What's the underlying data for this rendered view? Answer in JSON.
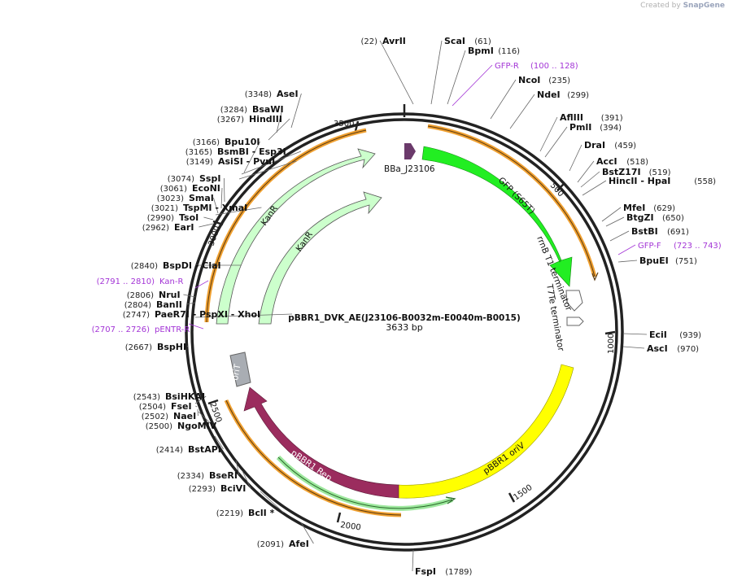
{
  "branding": {
    "created_by": "Created by",
    "brand": "SnapGene"
  },
  "plasmid": {
    "name": "pBBR1_DVK_AE(J23106-B0032m-E0040m-B0015)",
    "length_label": "3633 bp",
    "length_bp": 3633
  },
  "tick_labels": [
    "3500",
    "500",
    "3000",
    "1000",
    "2500",
    "1500",
    "2000"
  ],
  "left_labels": [
    {
      "pos": "(3348)",
      "name": "AseI"
    },
    {
      "pos": "(3284)",
      "name": "BsaWI"
    },
    {
      "pos": "(3267)",
      "name": "HindIII"
    },
    {
      "pos": "(3166)",
      "name": "Bpu10I"
    },
    {
      "pos": "(3165)",
      "name": "BsmBI",
      "extra": "- Esp3I"
    },
    {
      "pos": "(3149)",
      "name": "AsiSI",
      "extra": "- PvuI"
    },
    {
      "pos": "(3074)",
      "name": "SspI"
    },
    {
      "pos": "(3061)",
      "name": "EcoNI"
    },
    {
      "pos": "(3023)",
      "name": "SmaI"
    },
    {
      "pos": "(3021)",
      "name": "TspMI",
      "extra": "- XmaI"
    },
    {
      "pos": "(2990)",
      "name": "TsoI"
    },
    {
      "pos": "(2962)",
      "name": "EarI"
    },
    {
      "pos": "(2840)",
      "name": "BspDI",
      "extra": "- ClaI"
    },
    {
      "pos": "(2791 .. 2810)",
      "name": "Kan-R",
      "primer": true
    },
    {
      "pos": "(2806)",
      "name": "NruI"
    },
    {
      "pos": "(2804)",
      "name": "BanII"
    },
    {
      "pos": "(2747)",
      "name": "PaeR7I",
      "extra": "- PspXI   - XhoI"
    },
    {
      "pos": "(2707 .. 2726)",
      "name": "pENTR-R",
      "primer": true
    },
    {
      "pos": "(2667)",
      "name": "BspHI"
    },
    {
      "pos": "(2543)",
      "name": "BsiHKAI"
    },
    {
      "pos": "(2504)",
      "name": "FseI"
    },
    {
      "pos": "(2502)",
      "name": "NaeI"
    },
    {
      "pos": "(2500)",
      "name": "NgoMIV"
    },
    {
      "pos": "(2414)",
      "name": "BstAPI"
    },
    {
      "pos": "(2334)",
      "name": "BseRI"
    },
    {
      "pos": "(2293)",
      "name": "BciVI"
    },
    {
      "pos": "(2219)",
      "name": "BclI *"
    },
    {
      "pos": "(2091)",
      "name": "AfeI"
    }
  ],
  "right_labels": [
    {
      "pos": "(22)",
      "name": "AvrII"
    },
    {
      "pos": "(61)",
      "name": "ScaI"
    },
    {
      "pos": "(116)",
      "name": "BpmI"
    },
    {
      "pos": "(100 .. 128)",
      "name": "GFP-R",
      "primer": true
    },
    {
      "pos": "(235)",
      "name": "NcoI"
    },
    {
      "pos": "(299)",
      "name": "NdeI"
    },
    {
      "pos": "(391)",
      "name": "AflIII"
    },
    {
      "pos": "(394)",
      "name": "PmlI"
    },
    {
      "pos": "(459)",
      "name": "DraI"
    },
    {
      "pos": "(518)",
      "name": "AccI"
    },
    {
      "pos": "(519)",
      "name": "BstZ17I"
    },
    {
      "pos": "(558)",
      "name": "HincII",
      "extra": "- HpaI"
    },
    {
      "pos": "(629)",
      "name": "MfeI"
    },
    {
      "pos": "(650)",
      "name": "BtgZI"
    },
    {
      "pos": "(691)",
      "name": "BstBI"
    },
    {
      "pos": "(723 .. 743)",
      "name": "GFP-F",
      "primer": true
    },
    {
      "pos": "(751)",
      "name": "BpuEI"
    },
    {
      "pos": "(939)",
      "name": "EciI"
    },
    {
      "pos": "(970)",
      "name": "AscI"
    },
    {
      "pos": "(1789)",
      "name": "FspI"
    }
  ],
  "features": [
    {
      "name": "BBa_J23106",
      "color": "#6b3a6b"
    },
    {
      "name": "GFP (S65T)",
      "color": "#22ee22"
    },
    {
      "name": "rrnB T1 terminator",
      "color": "#ffffff"
    },
    {
      "name": "T7Te terminator",
      "color": "#ffffff"
    },
    {
      "name": "pBBR1 oriV",
      "color": "#ffff00"
    },
    {
      "name": "pBBR1 Rep",
      "color": "#9b2c5e"
    },
    {
      "name": "oriT",
      "color": "#a9adb3"
    },
    {
      "name": "KanR",
      "color": "#ccffcc"
    },
    {
      "name": "KanR",
      "color": "#ccffcc"
    }
  ],
  "colors": {
    "backbone": "#222222",
    "orange": "#f0a030",
    "primer": "#a335d6"
  }
}
